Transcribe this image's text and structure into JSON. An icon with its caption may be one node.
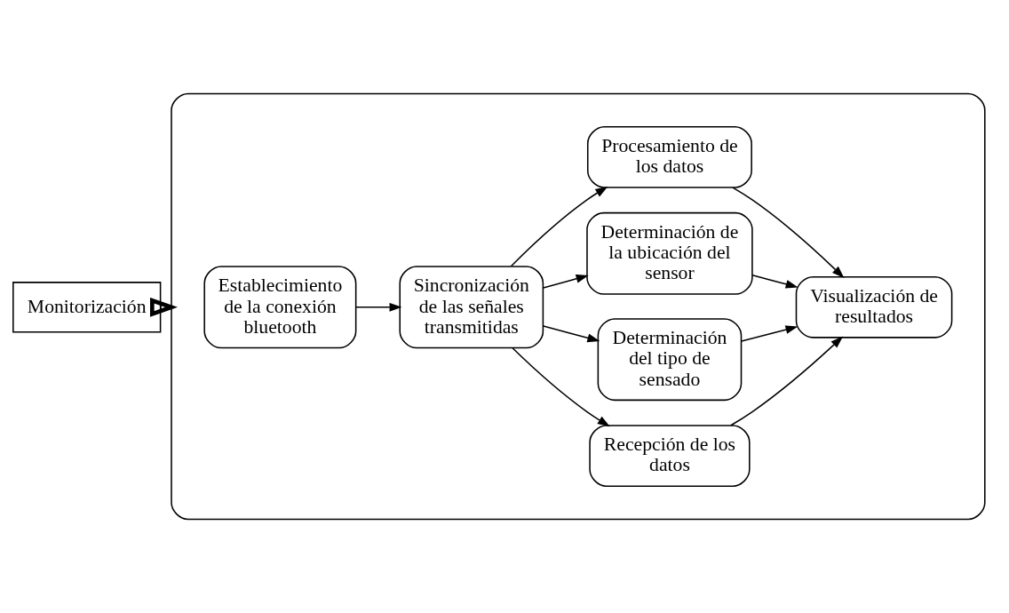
{
  "diagram": {
    "nodes": [
      {
        "text": [
          "Monitorización"
        ]
      },
      {
        "text": [],
        "shape": "box"
      },
      {
        "text": [
          "Establecimiento de la conexión bluetooth"
        ],
        "in": 1
      },
      {
        "text": [
          "Sincronización de las señales transmitidas"
        ],
        "in": 1
      },
      {
        "text": [
          "Recepción de los datos"
        ],
        "in": 1
      },
      {
        "text": [
          "Determinación del tipo de sensado"
        ],
        "in": 1
      },
      {
        "text": [
          "Determinación de la ubicación del sensor"
        ],
        "in": 1
      },
      {
        "text": [
          "Procesamiento de los datos"
        ],
        "in": 1
      },
      {
        "text": [
          "Visualización de resultados"
        ],
        "in": 1
      }
    ],
    "edges": [
      {
        "from": 0,
        "to": 1,
        "arrow": "to",
        "style": "thick"
      },
      {
        "from": 2,
        "to": 3,
        "arrow": "to"
      },
      {
        "from": 3,
        "to": 4,
        "arrow": "to"
      },
      {
        "from": 3,
        "to": 5,
        "arrow": "to"
      },
      {
        "from": 3,
        "to": 6,
        "arrow": "to"
      },
      {
        "from": 3,
        "to": 7,
        "arrow": "to"
      },
      {
        "from": 4,
        "to": 8,
        "arrow": "to"
      },
      {
        "from": 5,
        "to": 8,
        "arrow": "to"
      },
      {
        "from": 6,
        "to": 8,
        "arrow": "to"
      },
      {
        "from": 7,
        "to": 8,
        "arrow": "to"
      }
    ]
  }
}
